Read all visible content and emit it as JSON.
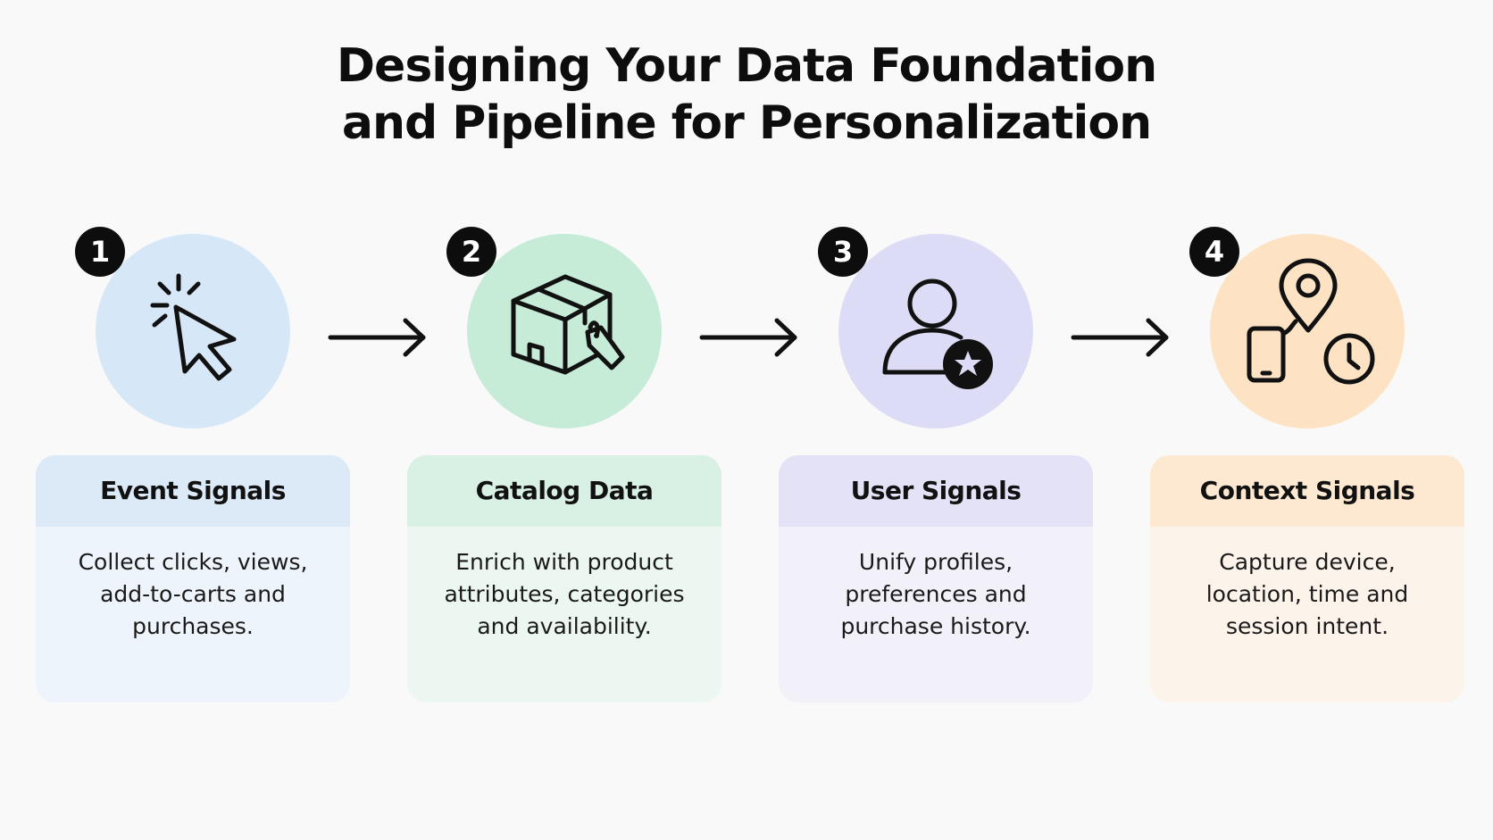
{
  "title": {
    "line1": "Designing Your Data Foundation",
    "line2": "and Pipeline for Personalization"
  },
  "steps": [
    {
      "number": "1",
      "icon": "cursor-click-icon",
      "heading": "Event Signals",
      "lines": [
        "Collect clicks, views,",
        "add-to-carts and",
        "purchases."
      ],
      "colors": {
        "circle": "#d6e7f8",
        "header": "#dceaf8",
        "body": "#eef4fb"
      }
    },
    {
      "number": "2",
      "icon": "package-tag-icon",
      "heading": "Catalog Data",
      "lines": [
        "Enrich with product",
        "attributes, categories",
        "and availability."
      ],
      "colors": {
        "circle": "#c6ecd7",
        "header": "#d8f1e4",
        "body": "#edf7f1"
      }
    },
    {
      "number": "3",
      "icon": "user-star-icon",
      "heading": "User Signals",
      "lines": [
        "Unify profiles,",
        "preferences and",
        "purchase history."
      ],
      "colors": {
        "circle": "#dcdcf6",
        "header": "#e3e2f7",
        "body": "#f2f1fa"
      }
    },
    {
      "number": "4",
      "icon": "device-location-time-icon",
      "heading": "Context Signals",
      "lines": [
        "Capture device,",
        "location, time and",
        "session intent."
      ],
      "colors": {
        "circle": "#fde3c4",
        "header": "#fde9d2",
        "body": "#fcf3ea"
      }
    }
  ]
}
